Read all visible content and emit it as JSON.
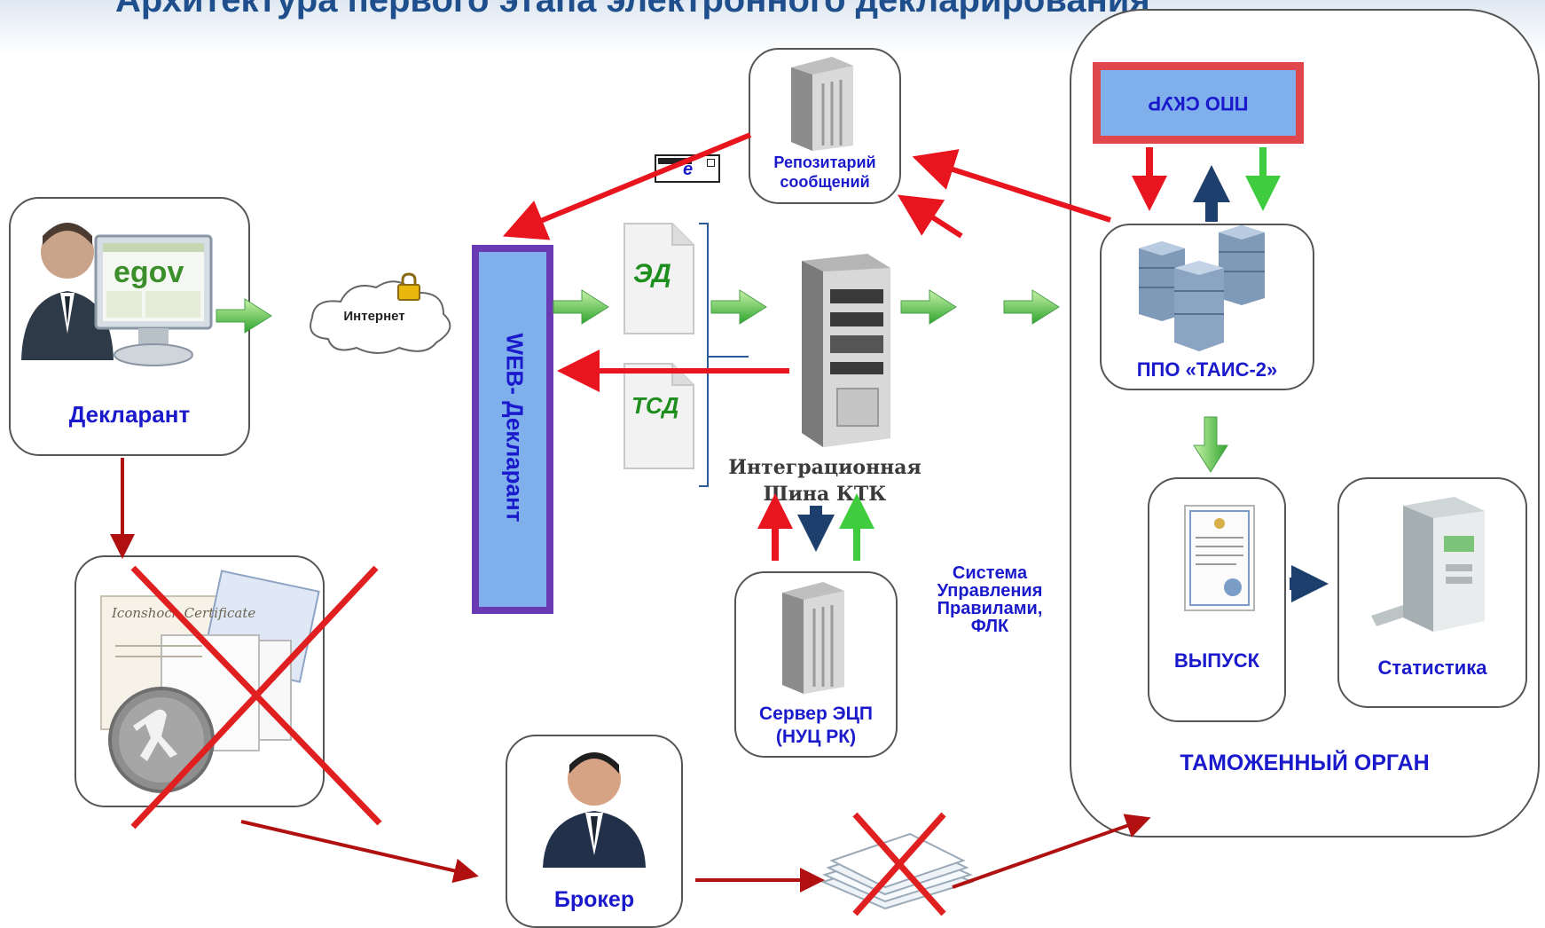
{
  "title": "Архитектура первого этапа электронного декларирования",
  "nodes": {
    "declarant": "Декларант",
    "internet": "Интернет",
    "web_declarant": "WEB- Декларант",
    "doc_ed": "ЭД",
    "doc_tsd": "ТСД",
    "repository": "Репозитарий сообщений",
    "integration_bus": "Интеграционная Шина КТК",
    "eds_server": "Сервер ЭЦП (НУЦ РК)",
    "rules_system": "Система Управления Правилами, ФЛК",
    "ppo_skur": "ППО СКУР",
    "ppo_tais": "ППО «ТАИС-2»",
    "release": "ВЫПУСК",
    "statistics": "Статистика",
    "customs_body": "ТАМОЖЕННЫЙ ОРГАН",
    "broker": "Брокер",
    "envelope_letter": "e"
  },
  "logo_text": "egov",
  "certificate_text": "Iconshock Certificate",
  "colors": {
    "title": "#1f4e8c",
    "label": "#1a1acc",
    "flow_red": "#e8141e",
    "flow_dark_red": "#b01010",
    "flow_navy": "#1d3f6e",
    "flow_green": "#3fcc3f",
    "panel_blue": "#7fb0ec",
    "panel_border": "#6a3ab2",
    "skur_border": "#e0474c",
    "cross": "#e02020"
  },
  "icons": [
    "user-monitor-icon",
    "cloud-icon",
    "lock-icon",
    "document-icon",
    "building-icon",
    "server-tower-icon",
    "server-stack-icon",
    "certificate-icon",
    "statistics-server-icon",
    "certificate-stack-icon",
    "broker-icon",
    "paper-stack-icon",
    "cross-icon"
  ]
}
